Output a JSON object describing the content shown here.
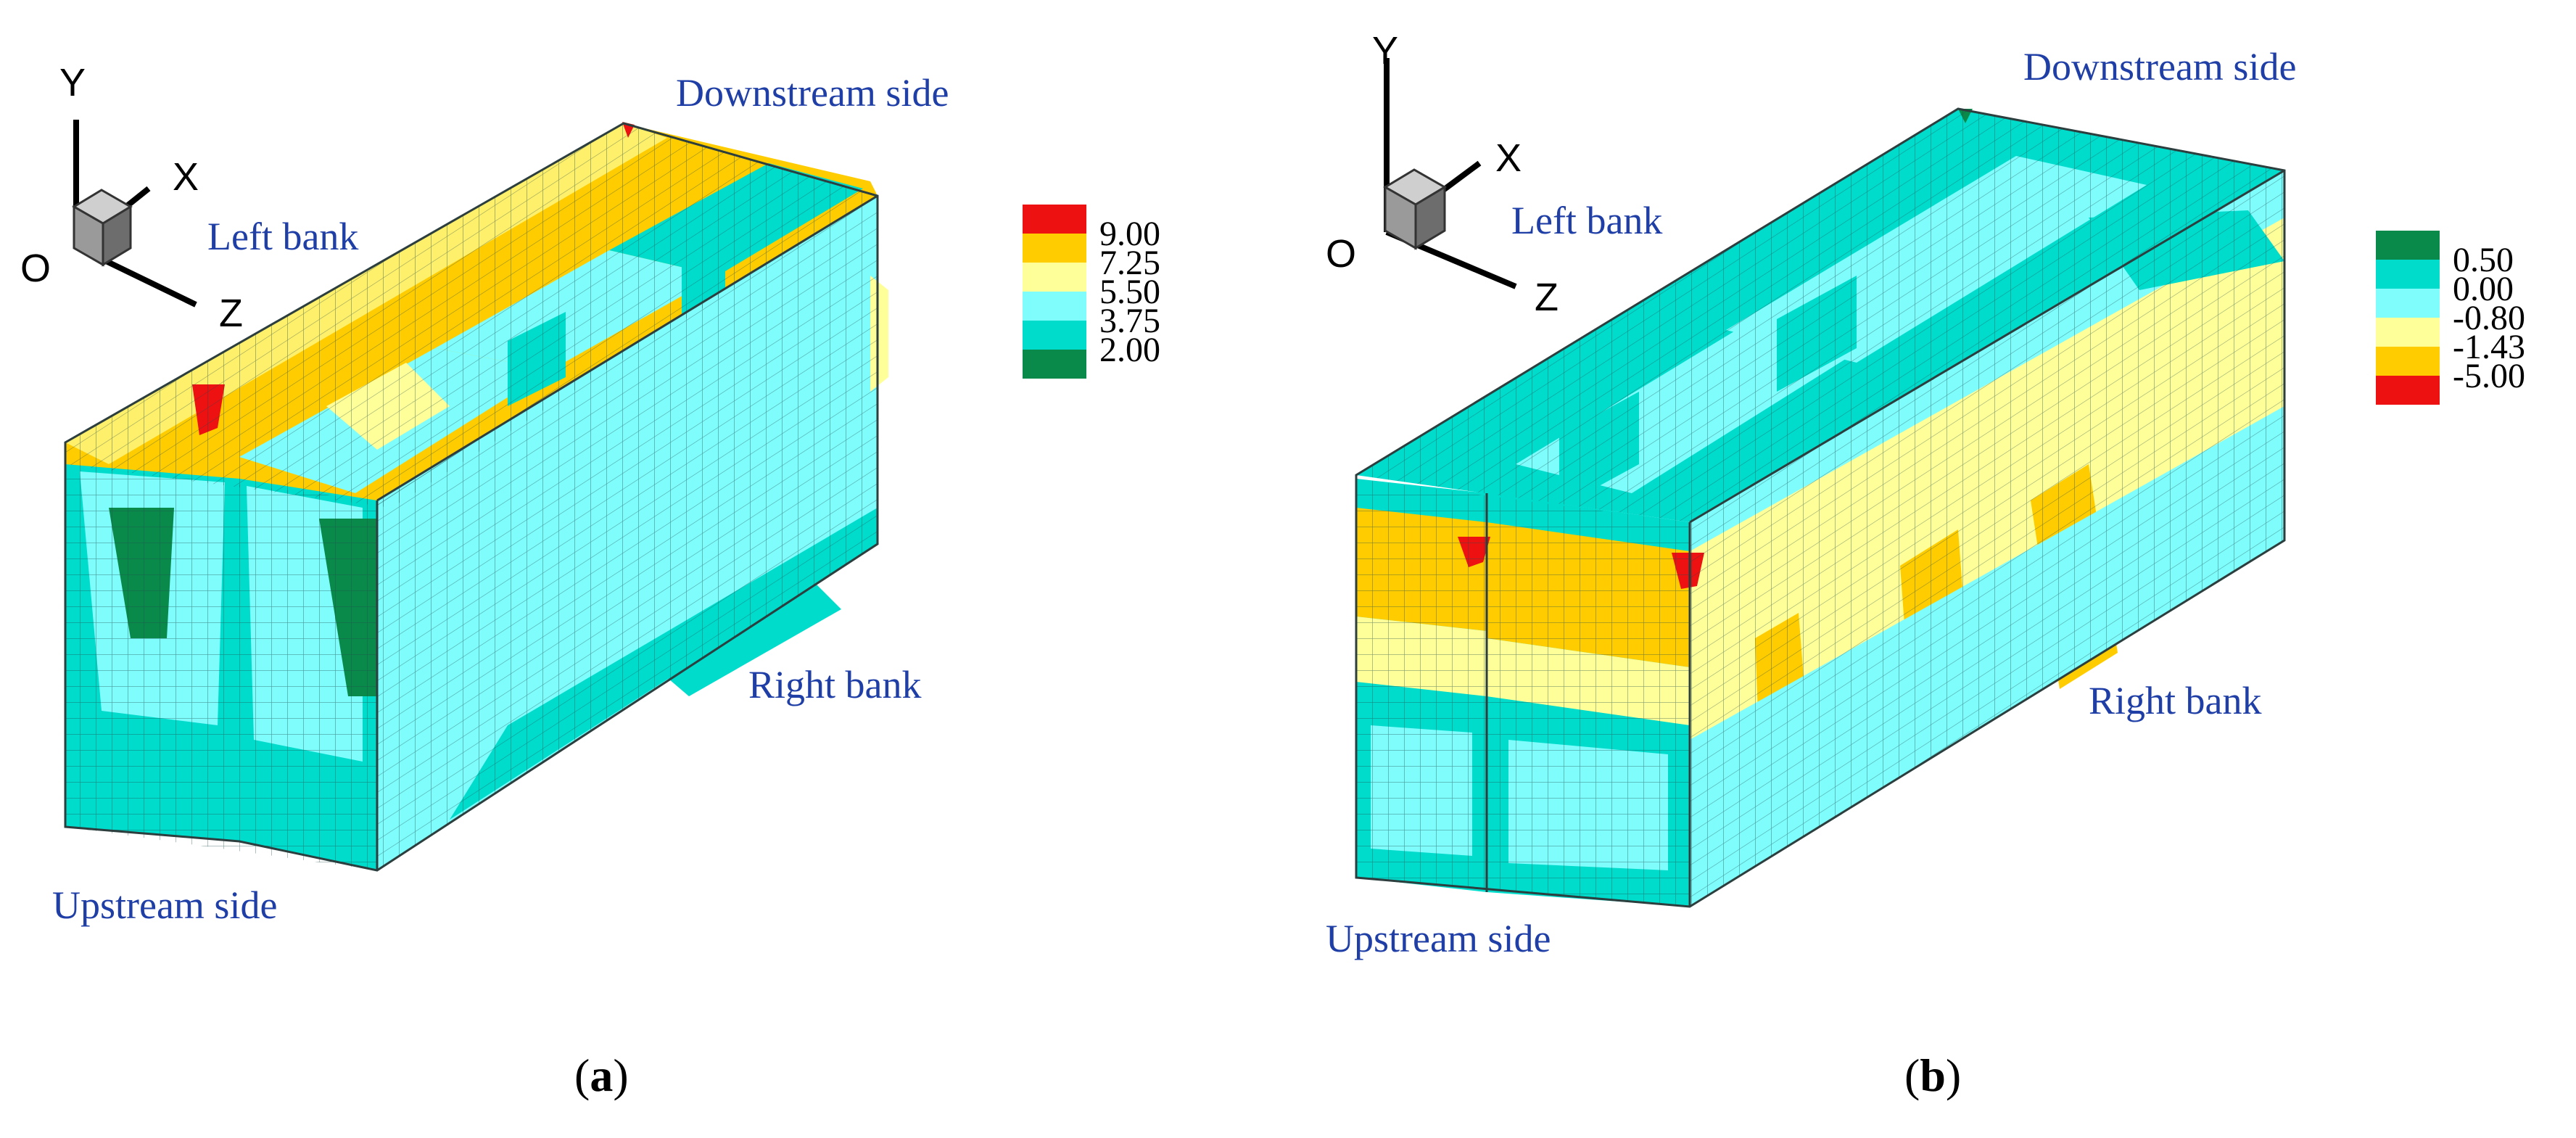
{
  "figure": {
    "panels": [
      {
        "id": "a",
        "caption_open": "(",
        "caption_letter": "a",
        "caption_close": ")",
        "axes": {
          "y": "Y",
          "x": "X",
          "o": "O",
          "z": "Z"
        },
        "labels": {
          "downstream": "Downstream side",
          "left_bank": "Left bank",
          "right_bank": "Right bank",
          "upstream": "Upstream side"
        },
        "legend": [
          {
            "value": "9.00",
            "color": "#ee1111"
          },
          {
            "value": "7.25",
            "color": "#ffcc00"
          },
          {
            "value": "5.50",
            "color": "#ffff99"
          },
          {
            "value": "3.75",
            "color": "#7ffcfc"
          },
          {
            "value": "2.00",
            "color": "#00dccc"
          },
          {
            "value": "",
            "color": "#0a8a4a"
          }
        ]
      },
      {
        "id": "b",
        "caption_open": "(",
        "caption_letter": "b",
        "caption_close": ")",
        "axes": {
          "y": "Y",
          "x": "X",
          "o": "O",
          "z": "Z"
        },
        "labels": {
          "downstream": "Downstream side",
          "left_bank": "Left bank",
          "right_bank": "Right bank",
          "upstream": "Upstream side"
        },
        "legend": [
          {
            "value": "0.50",
            "color": "#0a8a4a"
          },
          {
            "value": "0.00",
            "color": "#00dccc"
          },
          {
            "value": "-0.80",
            "color": "#7ffcfc"
          },
          {
            "value": "-1.43",
            "color": "#ffff99"
          },
          {
            "value": "-5.00",
            "color": "#ffcc00"
          },
          {
            "value": "",
            "color": "#ee1111"
          }
        ]
      }
    ],
    "colors": {
      "red": "#ee1111",
      "orange": "#ffcc00",
      "yellow": "#ffff99",
      "light_cyan": "#7ffcfc",
      "cyan": "#00dccc",
      "green": "#0a8a4a",
      "label_blue": "#1f3fa6"
    }
  }
}
